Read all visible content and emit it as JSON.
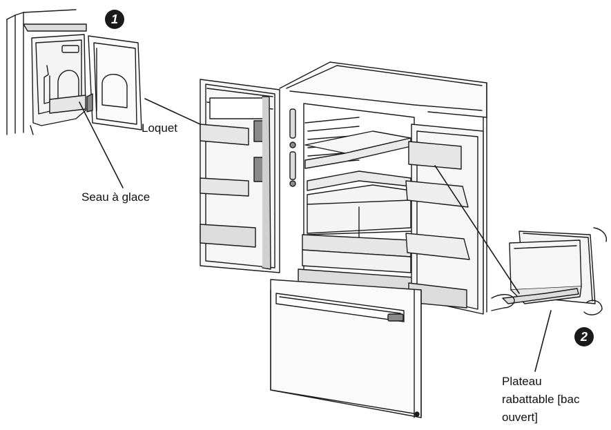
{
  "labels": {
    "latch": "Loquet",
    "ice_bucket": "Seau à glace",
    "tray_line1": "Plateau",
    "tray_line2": "rabattable [bac",
    "tray_line3": "ouvert]"
  },
  "badges": {
    "step1": "1",
    "step2": "2"
  },
  "colors": {
    "line": "#1a1a1a",
    "fill_light": "#f2f2f2",
    "fill_mid": "#dcdcdc",
    "fill_dark": "#8a8a8a"
  }
}
